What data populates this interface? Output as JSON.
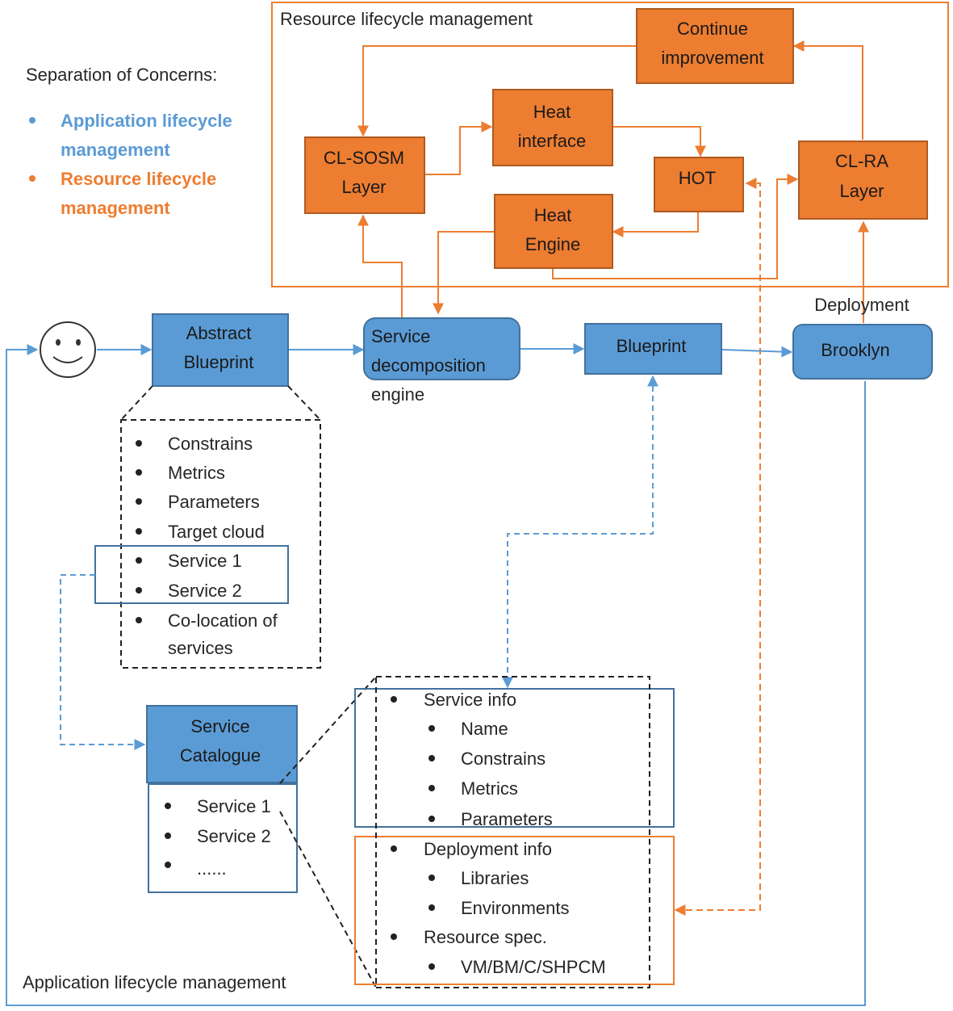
{
  "legend": {
    "title": "Separation of Concerns:",
    "app": [
      "Application lifecycle",
      "management"
    ],
    "res": [
      "Resource lifecycle",
      "management"
    ]
  },
  "resource_region": {
    "label": "Resource lifecycle management"
  },
  "app_region": {
    "label": "Application lifecycle management"
  },
  "nodes": {
    "continue": [
      "Continue",
      "improvement"
    ],
    "heat_interface": [
      "Heat",
      "interface"
    ],
    "cl_sosm": [
      "CL-SOSM",
      "Layer"
    ],
    "hot": "HOT",
    "cl_ra": [
      "CL-RA",
      "Layer"
    ],
    "heat_engine": [
      "Heat",
      "Engine"
    ],
    "abstract_blueprint": [
      "Abstract",
      "Blueprint"
    ],
    "service_decomp": [
      "Service",
      "decomposition",
      "engine"
    ],
    "blueprint": "Blueprint",
    "brooklyn": "Brooklyn",
    "deployment_label": "Deployment",
    "service_catalogue": [
      "Service",
      "Catalogue"
    ]
  },
  "blueprint_details": [
    "Constrains",
    "Metrics",
    "Parameters",
    "Target cloud",
    "Service 1",
    "Service 2",
    "Co-location of",
    "services"
  ],
  "catalogue_items": [
    "Service 1",
    "Service 2",
    "......"
  ],
  "service_details": {
    "service_info": "Service info",
    "service_info_items": [
      "Name",
      "Constrains",
      "Metrics",
      "Parameters"
    ],
    "deployment_info": "Deployment info",
    "deployment_info_items": [
      "Libraries",
      "Environments"
    ],
    "resource_spec": "Resource spec.",
    "resource_spec_items": [
      "VM/BM/C/SHPCM"
    ]
  },
  "colors": {
    "orange": "#ed7d31",
    "blue": "#5b9bd5",
    "blue_dark": "#41719c",
    "orange_dark": "#ae5a21",
    "line_blue": "#6fa0d8"
  }
}
